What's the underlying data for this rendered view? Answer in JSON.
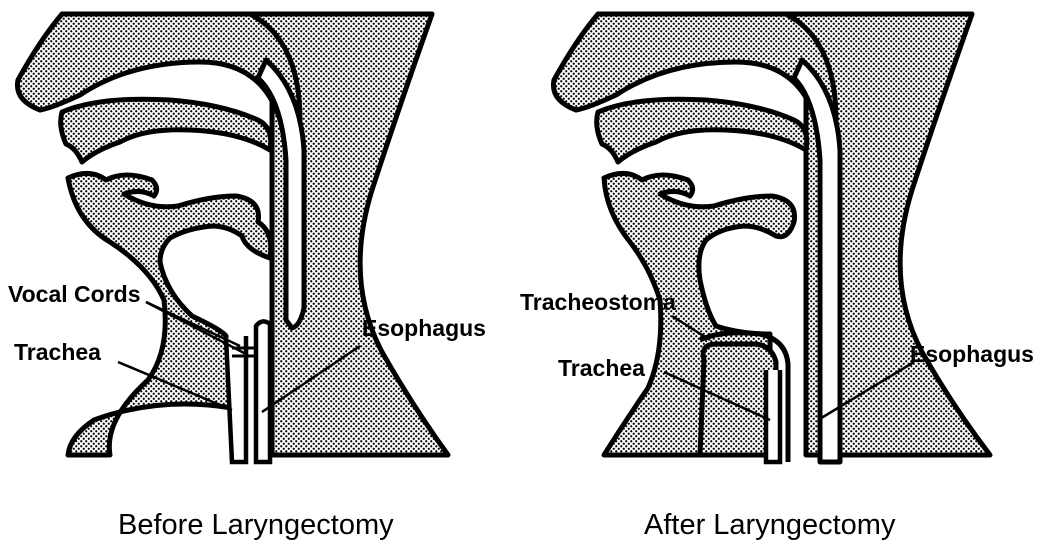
{
  "panels": {
    "before": {
      "caption": "Before Laryngectomy",
      "labels": {
        "vocal_cords": "Vocal Cords",
        "trachea": "Trachea",
        "esophagus": "Esophagus"
      }
    },
    "after": {
      "caption": "After Laryngectomy",
      "labels": {
        "tracheostoma": "Tracheostoma",
        "trachea": "Trachea",
        "esophagus": "Esophagus"
      }
    }
  },
  "colors": {
    "line": "#000000",
    "dot": "#000000",
    "background": "#ffffff"
  }
}
